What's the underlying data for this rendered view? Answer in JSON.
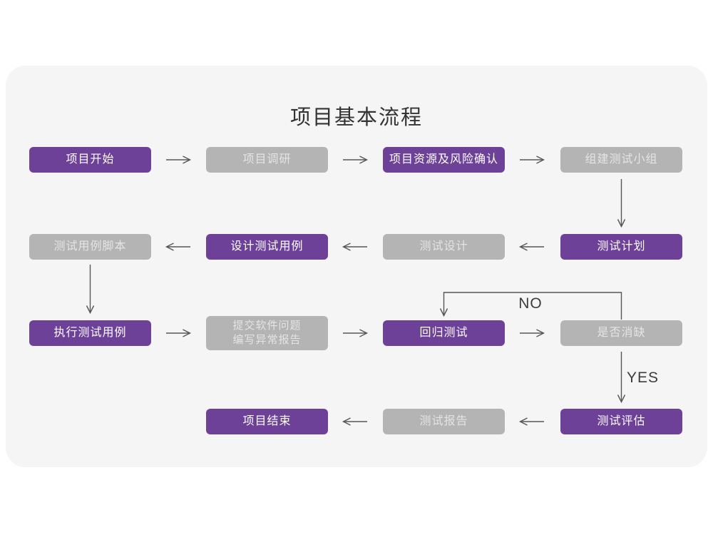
{
  "title": "项目基本流程",
  "colors": {
    "node_purple": "#6d4198",
    "node_gray": "#b4b4b4",
    "text_on_purple": "#ffffff",
    "text_on_gray": "#e4e4e4",
    "card_background": "#f5f5f5",
    "page_background": "#ffffff",
    "arrow": "#565656",
    "title_text": "#333333"
  },
  "nodes": {
    "start": {
      "label": "项目开始",
      "type": "purple"
    },
    "research": {
      "label": "项目调研",
      "type": "gray"
    },
    "risk": {
      "label": "项目资源及风险确认",
      "type": "purple"
    },
    "team": {
      "label": "组建测试小组",
      "type": "gray"
    },
    "script": {
      "label": "测试用例脚本",
      "type": "gray"
    },
    "case_design": {
      "label": "设计测试用例",
      "type": "purple"
    },
    "design": {
      "label": "测试设计",
      "type": "gray"
    },
    "plan": {
      "label": "测试计划",
      "type": "purple"
    },
    "execute": {
      "label": "执行测试用例",
      "type": "purple"
    },
    "submit": {
      "label": "提交软件问题\n编写异常报告",
      "type": "gray"
    },
    "regression": {
      "label": "回归测试",
      "type": "purple"
    },
    "defect": {
      "label": "是否消缺",
      "type": "gray"
    },
    "end": {
      "label": "项目结束",
      "type": "purple"
    },
    "report": {
      "label": "测试报告",
      "type": "gray"
    },
    "evaluate": {
      "label": "测试评估",
      "type": "purple"
    }
  },
  "branch_labels": {
    "no": "NO",
    "yes": "YES"
  }
}
